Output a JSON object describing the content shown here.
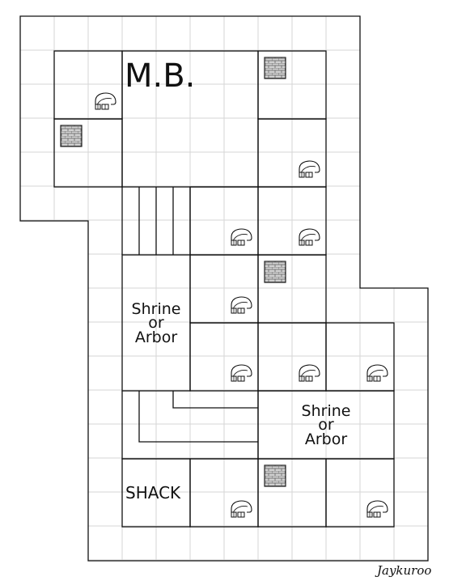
{
  "labels": {
    "master_bedroom": "M.B.",
    "shrine_top": [
      "Shrine",
      "or",
      "Arbor"
    ],
    "shrine_right": [
      "Shrine",
      "or",
      "Arbor"
    ],
    "shack": "SHACK"
  },
  "signature": "Jaykuroo",
  "icons": {
    "bed": "bed-icon",
    "storage": "brick-storage-icon"
  },
  "colors": {
    "background": "#ffffff",
    "grid": "#d6d6d6",
    "wall": "#111111",
    "brick_fill": "#d0d0d0"
  }
}
